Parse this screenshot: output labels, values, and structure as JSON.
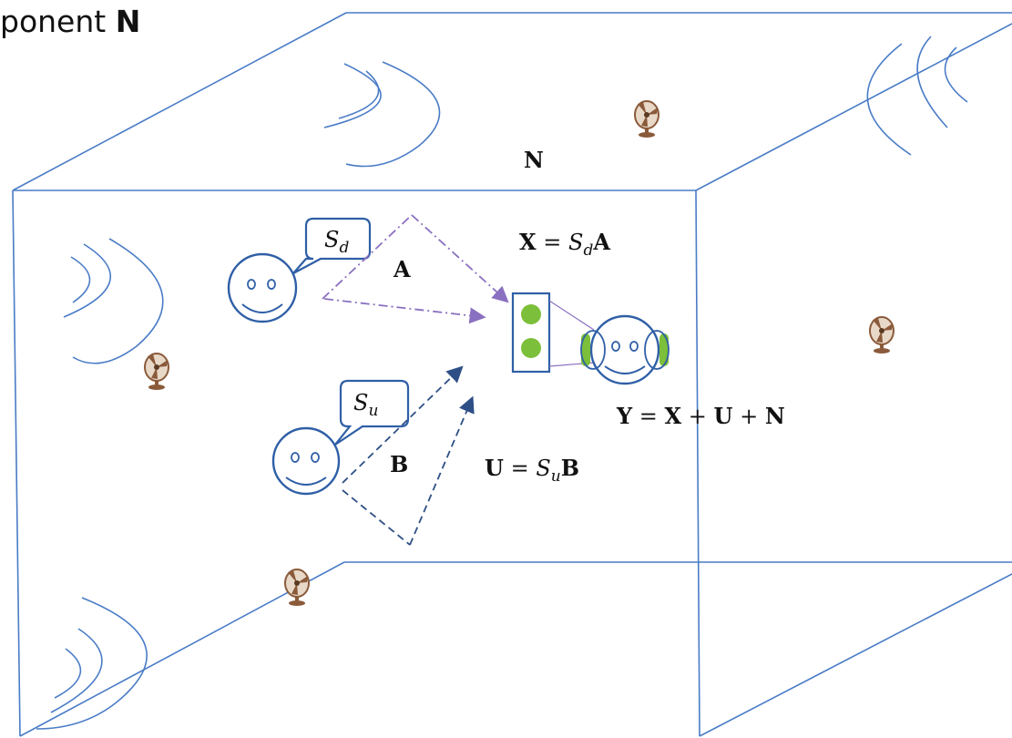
{
  "header": {
    "prefix": "ponent ",
    "symbol": "N"
  },
  "labels": {
    "noise": "N",
    "desired_path": "A",
    "interference_path": "B",
    "eq_x_lhs": "X",
    "eq_x_s": "S",
    "eq_x_sub": "d",
    "eq_x_rhs": "A",
    "eq_u_lhs": "U",
    "eq_u_s": "S",
    "eq_u_sub": "u",
    "eq_u_rhs": "B",
    "eq_y_y": "Y",
    "eq_y_x": "X",
    "eq_y_u": "U",
    "eq_y_n": "N",
    "bubble_desired_s": "S",
    "bubble_desired_sub": "d",
    "bubble_interferer_s": "S",
    "bubble_interferer_sub": "u"
  },
  "colors": {
    "room_lines": "#4a7cc6",
    "desired_path": "#8a70c0",
    "interference_path": "#2e4f86",
    "microphone": "#7cbf3a",
    "fan": "#8a5a3a"
  }
}
